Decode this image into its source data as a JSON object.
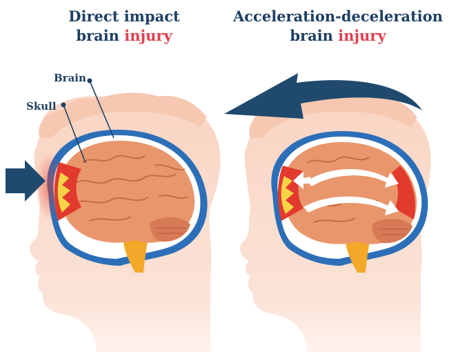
{
  "left_panel": {
    "title_line1": "Direct impact",
    "title_line2_a": "brain ",
    "title_line2_b": "injury",
    "label_brain": "Brain",
    "label_skull": "Skull"
  },
  "right_panel": {
    "title_line1": "Acceleration-deceleration",
    "title_line2_a": "brain ",
    "title_line2_b": "injury"
  },
  "colors": {
    "head_skin": "#f9d9c8",
    "head_skin_light": "#fde9df",
    "skull_blue": "#2c6fb8",
    "csf_white": "#ffffff",
    "brain": "#e9966c",
    "brain_dark": "#c8684a",
    "spine": "#f3a829",
    "impact_red": "#e23a2e",
    "impact_yellow": "#f7d348",
    "arrow_navy": "#1f4a6e",
    "title_navy": "#1f3f63",
    "title_red": "#e0404f"
  },
  "icons": [
    "impact-arrow-icon",
    "rotation-arrow-icon",
    "motion-arrow-icon"
  ]
}
